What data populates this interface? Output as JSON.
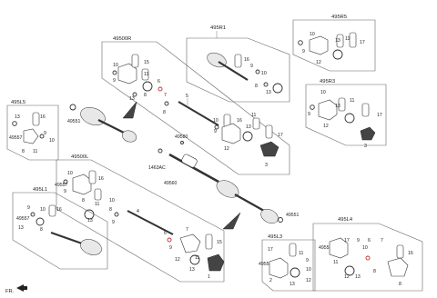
{
  "labels": {
    "g495R1": "495R1",
    "g495R5": "495R5",
    "g495R3": "495R3",
    "g49500R": "49500R",
    "g495L5": "495L5",
    "g49500L": "49500L",
    "g495L1": "495L1",
    "g495L3": "495L3",
    "g495L4": "495L4",
    "p1": "1",
    "p2": "2",
    "p3": "3",
    "p4": "4",
    "p5": "5",
    "p6": "6",
    "p7": "7",
    "p8": "8",
    "p9": "9",
    "p10": "10",
    "p11": "11",
    "p12": "12",
    "p13": "13",
    "p15": "15",
    "p16": "16",
    "p17": "17",
    "p49551": "49551",
    "p49557": "49557",
    "p49580": "49580",
    "p1463AC": "1463AC",
    "p49560": "49560",
    "front": "FR."
  },
  "colors": {
    "line": "#333333",
    "highlight_ring": "#c03030"
  }
}
